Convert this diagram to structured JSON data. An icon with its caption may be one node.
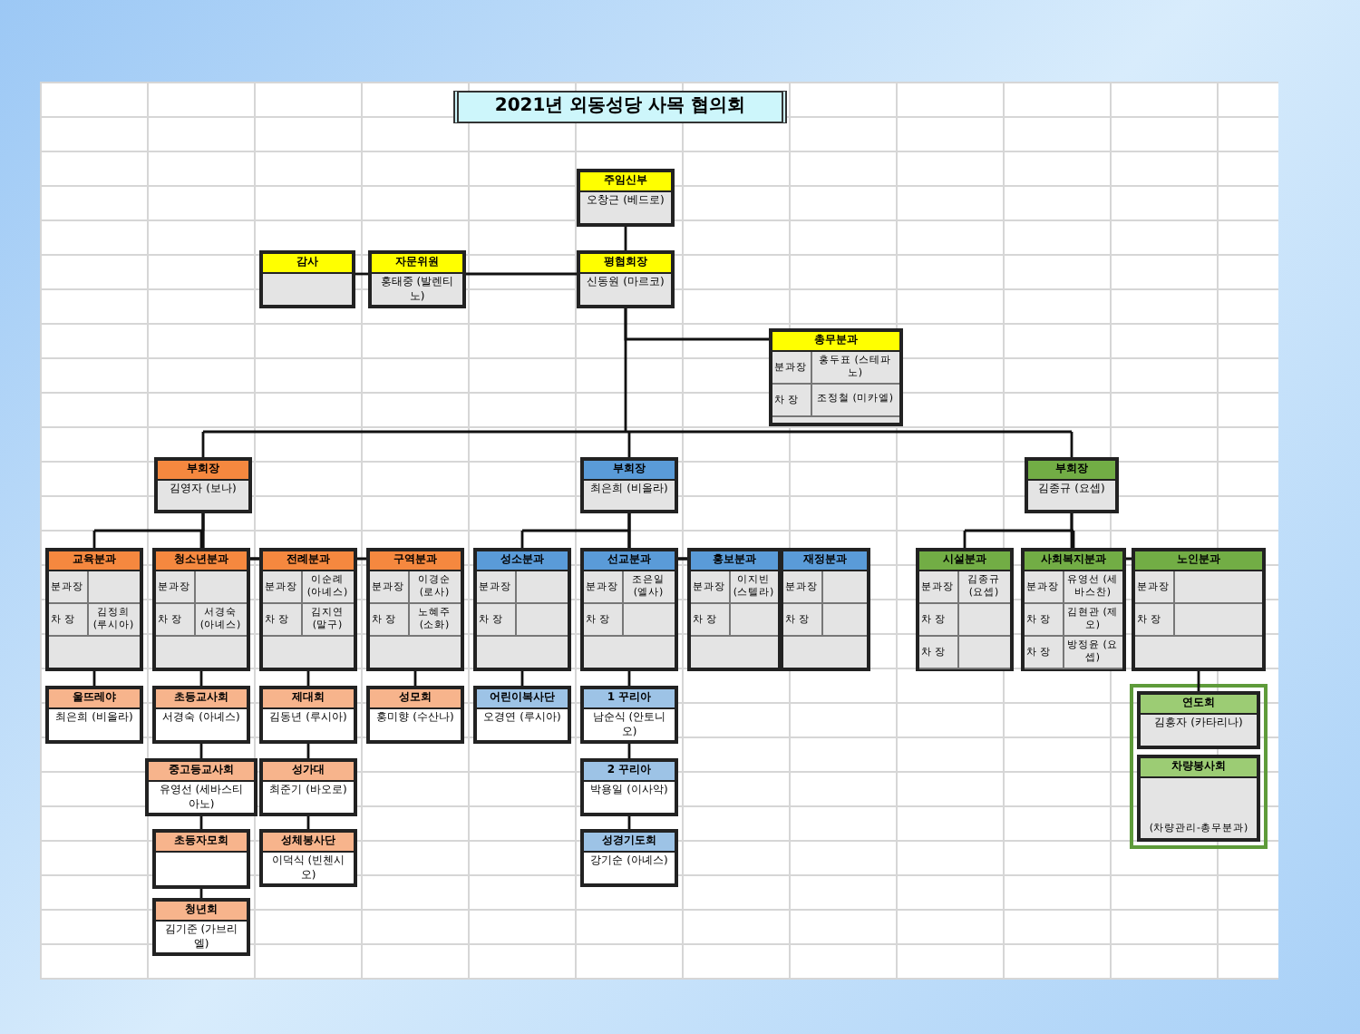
{
  "diagram": {
    "title": "2021년 외동성당 사목 협의회",
    "nodes": [
      {
        "text": [
          "주임신부",
          "오창근 (베드로)"
        ]
      },
      {
        "text": [
          "감사"
        ]
      },
      {
        "text": [
          "자문위원",
          "홍태중 (발렌티노)"
        ]
      },
      {
        "text": [
          "평협회장",
          "신동원 (마르코)"
        ]
      },
      {
        "text": [
          "총무분과"
        ]
      },
      {
        "text": [
          "분과장",
          "홍두표 (스테파노)"
        ],
        "in": 4
      },
      {
        "text": [
          "차 장",
          "조정철 (미카엘)"
        ],
        "in": 4
      },
      {
        "text": [
          "부회장",
          "김영자 (보나)"
        ]
      },
      {
        "text": [
          "부회장",
          "최은희 (비올라)"
        ]
      },
      {
        "text": [
          "부회장",
          "김종규 (요셉)"
        ]
      },
      {
        "text": [
          "교육분과"
        ]
      },
      {
        "text": [
          "분과장"
        ],
        "in": 10
      },
      {
        "text": [
          "차 장",
          "김정희 (루시아)"
        ],
        "in": 10
      },
      {
        "text": [
          "청소년분과"
        ]
      },
      {
        "text": [
          "분과장"
        ],
        "in": 13
      },
      {
        "text": [
          "차 장",
          "서경숙 (아녜스)"
        ],
        "in": 13
      },
      {
        "text": [
          "전례분과"
        ]
      },
      {
        "text": [
          "분과장",
          "이순례 (아녜스)"
        ],
        "in": 16
      },
      {
        "text": [
          "차 장",
          "김지연 (말구)"
        ],
        "in": 16
      },
      {
        "text": [
          "구역분과"
        ]
      },
      {
        "text": [
          "분과장",
          "이경순 (로사)"
        ],
        "in": 19
      },
      {
        "text": [
          "차 장",
          "노혜주 (소화)"
        ],
        "in": 19
      },
      {
        "text": [
          "성소분과"
        ]
      },
      {
        "text": [
          "분과장"
        ],
        "in": 22
      },
      {
        "text": [
          "차 장"
        ],
        "in": 22
      },
      {
        "text": [
          "선교분과"
        ]
      },
      {
        "text": [
          "분과장",
          "조은일 (엘사)"
        ],
        "in": 25
      },
      {
        "text": [
          "차 장"
        ],
        "in": 25
      },
      {
        "text": [
          "홍보분과"
        ]
      },
      {
        "text": [
          "분과장",
          "이지빈 (스텔라)"
        ],
        "in": 28
      },
      {
        "text": [
          "차 장"
        ],
        "in": 28
      },
      {
        "text": [
          "재정분과"
        ]
      },
      {
        "text": [
          "분과장"
        ],
        "in": 31
      },
      {
        "text": [
          "차 장"
        ],
        "in": 31
      },
      {
        "text": [
          "시설분과"
        ]
      },
      {
        "text": [
          "분과장",
          "김종규 (요셉)"
        ],
        "in": 34
      },
      {
        "text": [
          "차 장"
        ],
        "in": 34
      },
      {
        "text": [
          "차 장"
        ],
        "in": 34
      },
      {
        "text": [
          "사회복지분과"
        ]
      },
      {
        "text": [
          "분과장",
          "유영선 (세바스찬)"
        ],
        "in": 38
      },
      {
        "text": [
          "차 장",
          "김현관 (제오)"
        ],
        "in": 38
      },
      {
        "text": [
          "차 장",
          "방정윤 (요셉)"
        ],
        "in": 38
      },
      {
        "text": [
          "노인분과"
        ]
      },
      {
        "text": [
          "분과장"
        ],
        "in": 42
      },
      {
        "text": [
          "차 장"
        ],
        "in": 42
      },
      {
        "text": [
          "울뜨레야",
          "최은희 (비올라)"
        ]
      },
      {
        "text": [
          "초등교사회",
          "서경숙 (아녜스)"
        ]
      },
      {
        "text": [
          "중고등교사회",
          "유영선 (세바스티아노)"
        ]
      },
      {
        "text": [
          "초등자모회"
        ]
      },
      {
        "text": [
          "청년회",
          "김기준 (가브리엘)"
        ]
      },
      {
        "text": [
          "제대회",
          "김동년 (루시아)"
        ]
      },
      {
        "text": [
          "성가대",
          "최준기 (바오로)"
        ]
      },
      {
        "text": [
          "성체봉사단",
          "이덕식 (빈첸시오)"
        ]
      },
      {
        "text": [
          "성모회",
          "홍미향 (수산나)"
        ]
      },
      {
        "text": [
          "어린이복사단",
          "오경연 (루시아)"
        ]
      },
      {
        "text": [
          "1 꾸리아",
          "남순식 (안토니오)"
        ]
      },
      {
        "text": [
          "2 꾸리아",
          "박용일 (이사악)"
        ]
      },
      {
        "text": [
          "성경기도회",
          "강기순 (아녜스)"
        ]
      },
      {
        "text": [
          "연도회",
          "김흥자 (카타리나)"
        ]
      },
      {
        "text": [
          "차량봉사회",
          "(차량관리-총무분과)"
        ]
      }
    ],
    "edges": [
      {
        "from": 0,
        "to": 3,
        "arrow": "none"
      },
      {
        "from": 1,
        "to": 2,
        "arrow": "none"
      },
      {
        "from": 2,
        "to": 3,
        "arrow": "none"
      },
      {
        "from": 3,
        "to": 4,
        "arrow": "none"
      },
      {
        "from": 3,
        "to": 7,
        "arrow": "none"
      },
      {
        "from": 3,
        "to": 8,
        "arrow": "none"
      },
      {
        "from": 3,
        "to": 9,
        "arrow": "none"
      },
      {
        "from": 7,
        "to": 10,
        "arrow": "none"
      },
      {
        "from": 7,
        "to": 13,
        "arrow": "none"
      },
      {
        "from": 7,
        "to": 16,
        "arrow": "none"
      },
      {
        "from": 7,
        "to": 19,
        "arrow": "none"
      },
      {
        "from": 8,
        "to": 22,
        "arrow": "none"
      },
      {
        "from": 8,
        "to": 25,
        "arrow": "none"
      },
      {
        "from": 8,
        "to": 28,
        "arrow": "none"
      },
      {
        "from": 8,
        "to": 31,
        "arrow": "none"
      },
      {
        "from": 9,
        "to": 34,
        "arrow": "none"
      },
      {
        "from": 9,
        "to": 38,
        "arrow": "none"
      },
      {
        "from": 9,
        "to": 42,
        "arrow": "none"
      },
      {
        "from": 10,
        "to": 45,
        "arrow": "none"
      },
      {
        "from": 13,
        "to": 46,
        "arrow": "none"
      },
      {
        "from": 46,
        "to": 47,
        "arrow": "none"
      },
      {
        "from": 47,
        "to": 48,
        "arrow": "none"
      },
      {
        "from": 48,
        "to": 49,
        "arrow": "none"
      },
      {
        "from": 16,
        "to": 50,
        "arrow": "none"
      },
      {
        "from": 50,
        "to": 51,
        "arrow": "none"
      },
      {
        "from": 51,
        "to": 52,
        "arrow": "none"
      },
      {
        "from": 19,
        "to": 53,
        "arrow": "none"
      },
      {
        "from": 22,
        "to": 54,
        "arrow": "none"
      },
      {
        "from": 25,
        "to": 55,
        "arrow": "none"
      },
      {
        "from": 55,
        "to": 56,
        "arrow": "none"
      },
      {
        "from": 56,
        "to": 57,
        "arrow": "none"
      },
      {
        "from": 42,
        "to": 58,
        "arrow": "none"
      }
    ]
  }
}
